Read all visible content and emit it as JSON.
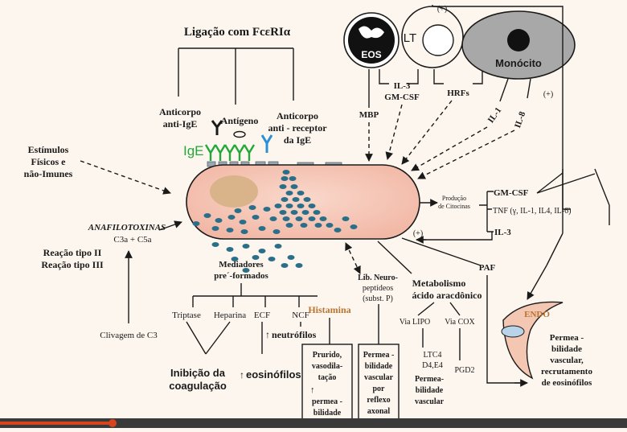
{
  "title": "Ligação com FcεRIα",
  "top_labels": {
    "anti_ige": [
      "Anticorpo",
      "anti-IgE"
    ],
    "antigeno": "Antígeno",
    "anti_receptor": [
      "Anticorpo",
      "anti - receptor",
      "da  IgE"
    ],
    "ige": "IgE"
  },
  "left_labels": {
    "estimulos": [
      "Estímulos",
      "Físicos e",
      "não-Imunes"
    ],
    "anafilotoxinas": "ANAFILOTOXINAS",
    "c3a_c5a": "C3a + C5a",
    "reacao": [
      "Reação tipo II",
      "Reação tipo III"
    ],
    "clivagem": "Clivagem de C3"
  },
  "cells": {
    "eos": "EOS",
    "lt": "LT",
    "monocito": "Monócito",
    "endo": "ENDO"
  },
  "mediators_top": {
    "il3_gmcsf": [
      "IL-3",
      "GM-CSF"
    ],
    "hrfs": "HRFs",
    "mbp": "MBP",
    "il1": "IL-1",
    "il8": "IL-8",
    "plus_top": "(+)",
    "plus_right": "(+)",
    "plus_bottom": "(+)"
  },
  "cytokines": {
    "producao": [
      "Produção",
      "de Citocinas"
    ],
    "gm_csf": "GM-CSF",
    "tnf": "TNF (γ, IL-1, IL4, IL-6)",
    "il3": "IL-3"
  },
  "lower": {
    "mediadores": [
      "Mediadores",
      "pre´-formados"
    ],
    "triptase": "Triptase",
    "heparina": "Heparina",
    "ecf": "ECF",
    "ncf": "NCF",
    "histamina": "Histamina",
    "neutrofilos": "neutrófilos",
    "inibicao": [
      "Inibição da",
      "coagulação"
    ],
    "eosinofilos": "eosinófilos",
    "box1": [
      "Prurido,",
      "vasodila-",
      "tação",
      "",
      "permea -",
      "bilidade"
    ],
    "box2": [
      "Permea -",
      "bilidade",
      "vascular",
      "por",
      "reflexo",
      "axonal"
    ],
    "lib_neuro": [
      "Lib. Neuro-",
      "peptídeos",
      "(subst. P)"
    ],
    "metabolismo": [
      "Metabolismo",
      "ácido aracdônico"
    ],
    "via_lipo": "Via LIPO",
    "via_cox": "Via COX",
    "ltc4": [
      "LTC4",
      "D4,E4"
    ],
    "pgd2": "PGD2",
    "permea_ltc": [
      "Permea-",
      "bilidade",
      "vascular"
    ],
    "paf": "PAF",
    "permea_endo": [
      "Permea -",
      "bilidade",
      "vascular,",
      "recrutamento",
      "de eosinófilos"
    ]
  },
  "player": {
    "progress": 0.18
  },
  "colors": {
    "ige_green": "#22a83a",
    "receptor_blue": "#2b8fd6",
    "cell_fill": "#f6c9b9",
    "nucleus": "#d9b38a",
    "granule": "#2a6f8a",
    "monocyte": "#a8a8a8",
    "endo_fill": "#f4c7b2",
    "histamina": "#b8732f",
    "player_accent": "#d6451d"
  }
}
